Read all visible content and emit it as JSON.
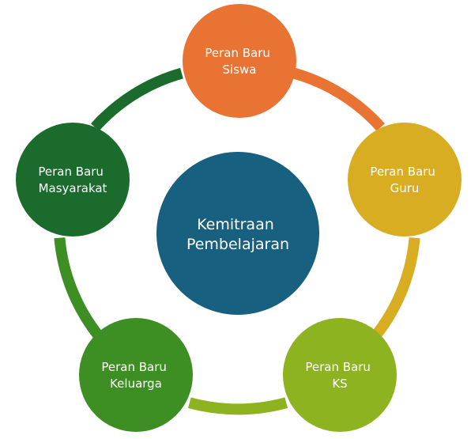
{
  "center": {
    "line1": "Kemitraan",
    "line2": "Pembelajaran",
    "color": "#17607f"
  },
  "nodes": [
    {
      "id": "siswa",
      "line1": "Peran Baru",
      "line2": "Siswa",
      "color": "#e87333"
    },
    {
      "id": "guru",
      "line1": "Peran Baru",
      "line2": "Guru",
      "color": "#d9ad21"
    },
    {
      "id": "ks",
      "line1": "Peran Baru",
      "line2": "KS",
      "color": "#8db321"
    },
    {
      "id": "keluarga",
      "line1": "Peran Baru",
      "line2": "Keluarga",
      "color": "#3d8f24"
    },
    {
      "id": "masyarakat",
      "line1": "Peran Baru",
      "line2": "Masyarakat",
      "color": "#1b6b2d"
    }
  ]
}
